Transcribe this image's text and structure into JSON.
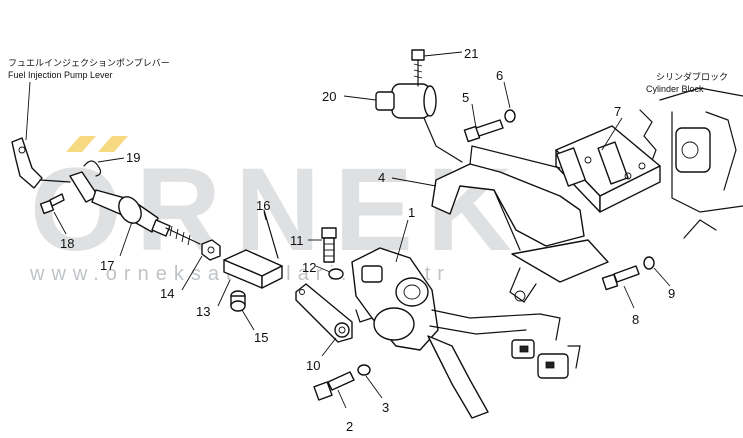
{
  "captions": {
    "fuel_pump_lever_jp": "フュエルインジェクションポンプレバー",
    "fuel_pump_lever_en": "Fuel Injection Pump Lever",
    "cylinder_block_jp": "シリンダブロック",
    "cylinder_block_en": "Cylinder Block"
  },
  "watermark": {
    "logo": "ORNEK",
    "url": "www.orneksatinalari.com.tr",
    "accent_color": "#f2c94c"
  },
  "callouts": {
    "c1": "1",
    "c2": "2",
    "c3": "3",
    "c4": "4",
    "c5": "5",
    "c6": "6",
    "c7": "7",
    "c8": "8",
    "c9": "9",
    "c10": "10",
    "c11": "11",
    "c12": "12",
    "c13": "13",
    "c14": "14",
    "c15": "15",
    "c16": "16",
    "c17": "17",
    "c18": "18",
    "c19": "19",
    "c20": "20",
    "c21": "21"
  }
}
